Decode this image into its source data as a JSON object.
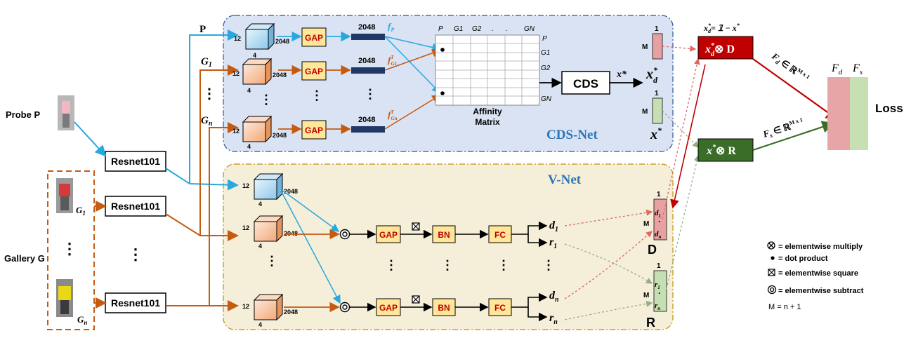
{
  "inputs": {
    "probe": "Probe P",
    "gallery": "Gallery G",
    "g1": "G",
    "g1_sub": "1",
    "gn": "G",
    "gn_sub": "n",
    "dots": "⋮"
  },
  "backbone": {
    "label": "Resnet101"
  },
  "branch": {
    "p": "P",
    "g": "G",
    "g1_sub": "1",
    "gn_sub": "n"
  },
  "cds": {
    "title": "CDS-Net",
    "gap": "GAP",
    "num_4": "4",
    "num_12": "12",
    "num_2048": "2048",
    "fp": "f",
    "fp_sub": "P",
    "fg1": "f",
    "fg1_sup": "T",
    "fg1_sub": "G1",
    "fgn": "f",
    "fgn_sup": "T",
    "fgn_sub": "Gn",
    "matrix_cols": [
      "P",
      "G1",
      "G2",
      ".",
      ".",
      "GN"
    ],
    "matrix_rows": [
      "P",
      "G1",
      "G2",
      ".",
      "GN"
    ],
    "affinity": "Affinity",
    "matrix": "Matrix",
    "cds_box": "CDS",
    "xstar": "x*",
    "xd": "x",
    "xd_sup": "*",
    "xd_sub": "d",
    "x": "x",
    "x_sup": "*",
    "m": "M",
    "one": "1"
  },
  "vnet": {
    "title": "V-Net",
    "gap": "GAP",
    "bn": "BN",
    "fc": "FC",
    "d": "d",
    "r": "r",
    "sub1": "1",
    "subn": "n",
    "D": "D",
    "R": "R",
    "m": "M",
    "one": "1",
    "dot": "·"
  },
  "right": {
    "xd_eq": "x",
    "xd_eq_rest": "= 𝟙 − x",
    "xdD": "⊗ D",
    "xR": "⊗ R",
    "fd_lbl": "F",
    "fd_sub": "d",
    "fd_rest": "∈ ℝ",
    "fd_sup": "M x 1",
    "fs_lbl": "F",
    "fs_sub": "s",
    "fs_rest": "∈ ℝ",
    "fs_sup": "M x 1",
    "loss_fd": "F",
    "loss_fd_sub": "d",
    "loss_fs": "F",
    "loss_fs_sub": "s",
    "loss": "Loss"
  },
  "legend": {
    "l1": "= elementwise multiply",
    "l2": "= dot product",
    "l3": "= elementwise square",
    "l4": "= elementwise subtract",
    "l5": "M = n + 1"
  },
  "colors": {
    "blue": "#29a8e0",
    "orange": "#c55a11",
    "red": "#c00000",
    "green": "#3a6e28",
    "gap_fill": "#ffe699",
    "navy": "#1f3864"
  }
}
